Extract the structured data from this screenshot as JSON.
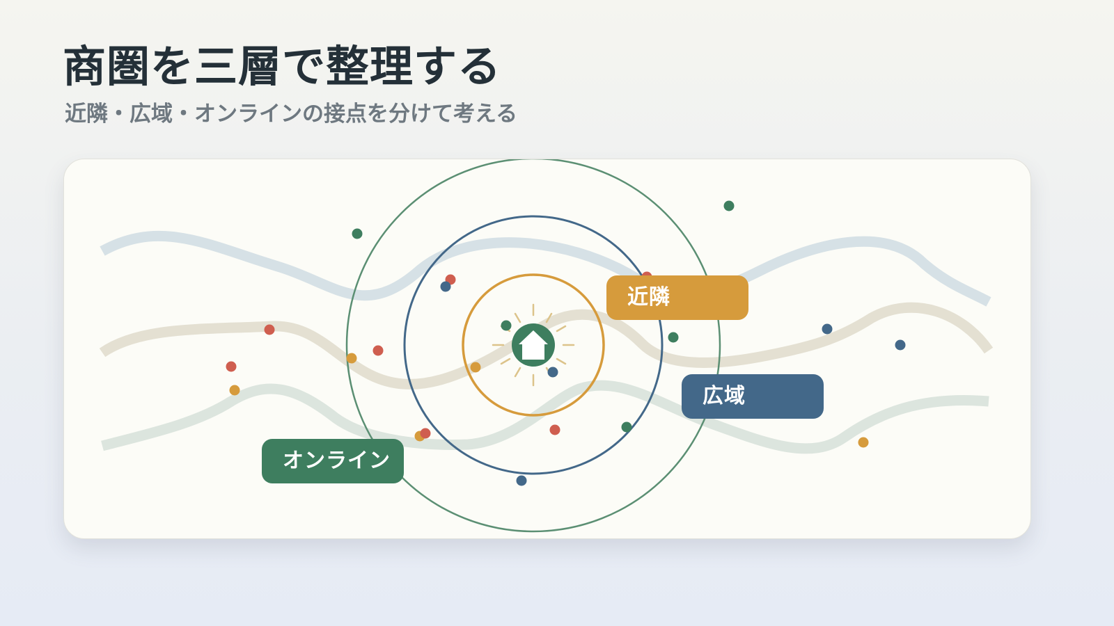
{
  "header": {
    "title": "商圏を三層で整理する",
    "subtitle": "近隣・広域・オンラインの接点を分けて考える"
  },
  "zones": [
    {
      "key": "near",
      "label": "近隣",
      "color": "#d69b3c"
    },
    {
      "key": "wide",
      "label": "広域",
      "color": "#436889"
    },
    {
      "key": "online",
      "label": "オンライン",
      "color": "#3e7e5f"
    }
  ],
  "center": {
    "icon": "store-house-icon",
    "color": "#3e7e5f"
  },
  "colors": {
    "near": "#d69b3c",
    "wide": "#436889",
    "online": "#3e7e5f",
    "customer_red": "#cf5e4f",
    "sunburst": "#dcc38a",
    "stream_blue": "#d6e1e6",
    "stream_beige": "#e4e0d2",
    "stream_green": "#dce5de"
  }
}
